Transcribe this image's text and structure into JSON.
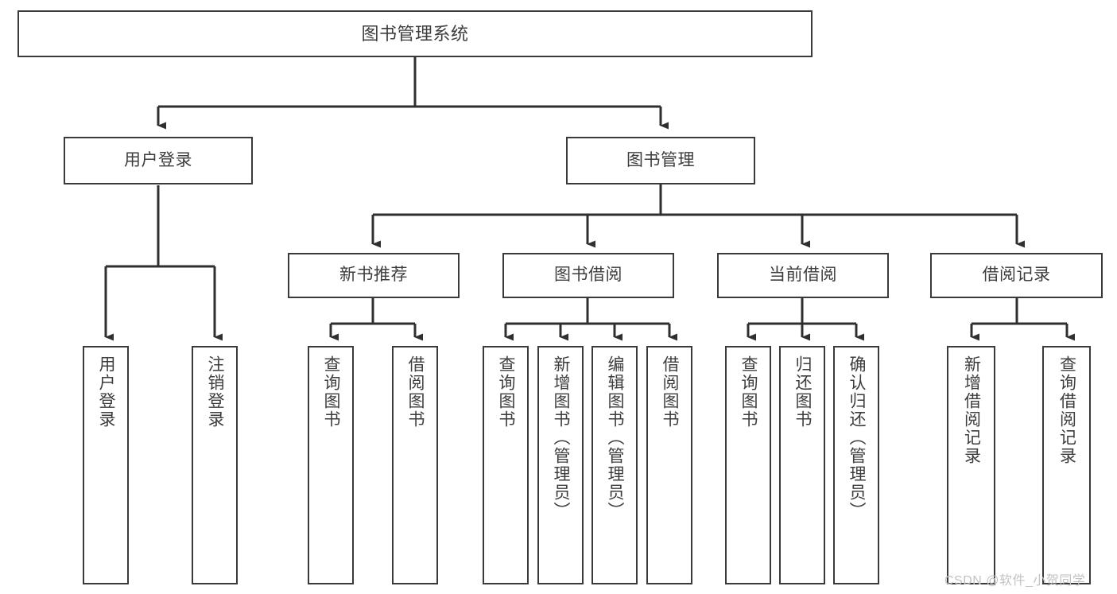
{
  "diagram": {
    "title": "图书管理系统",
    "type": "hierarchy-tree",
    "watermark": "CSDN @软件_小贺同学",
    "colors": {
      "stroke": "#3a3a3a",
      "text": "#3d3d3d",
      "background": "#ffffff",
      "watermark": "#c2c2c2"
    },
    "nodes": {
      "root": {
        "label": "图书管理系统"
      },
      "level1": [
        {
          "id": "user-login",
          "label": "用户登录"
        },
        {
          "id": "book-management",
          "label": "图书管理"
        }
      ],
      "level2": [
        {
          "id": "new-book-recommend",
          "label": "新书推荐"
        },
        {
          "id": "book-borrow",
          "label": "图书借阅"
        },
        {
          "id": "current-borrow",
          "label": "当前借阅"
        },
        {
          "id": "borrow-record",
          "label": "借阅记录"
        }
      ],
      "leaves": {
        "user_login": [
          {
            "id": "leaf-user-login",
            "label": "用户登录"
          },
          {
            "id": "leaf-logout-login",
            "label": "注销登录"
          }
        ],
        "new_book_recommend": [
          {
            "id": "leaf-query-book-1",
            "label": "查询图书"
          },
          {
            "id": "leaf-borrow-book-1",
            "label": "借阅图书"
          }
        ],
        "book_borrow": [
          {
            "id": "leaf-query-book-2",
            "label": "查询图书"
          },
          {
            "id": "leaf-add-book-admin",
            "label": "新增图书（管理员）"
          },
          {
            "id": "leaf-edit-book-admin",
            "label": "编辑图书（管理员）"
          },
          {
            "id": "leaf-borrow-book-2",
            "label": "借阅图书"
          }
        ],
        "current_borrow": [
          {
            "id": "leaf-query-book-3",
            "label": "查询图书"
          },
          {
            "id": "leaf-return-book",
            "label": "归还图书"
          },
          {
            "id": "leaf-confirm-return-admin",
            "label": "确认归还（管理员）"
          }
        ],
        "borrow_record": [
          {
            "id": "leaf-add-borrow-record",
            "label": "新增借阅记录"
          },
          {
            "id": "leaf-query-borrow-record",
            "label": "查询借阅记录"
          }
        ]
      }
    }
  }
}
